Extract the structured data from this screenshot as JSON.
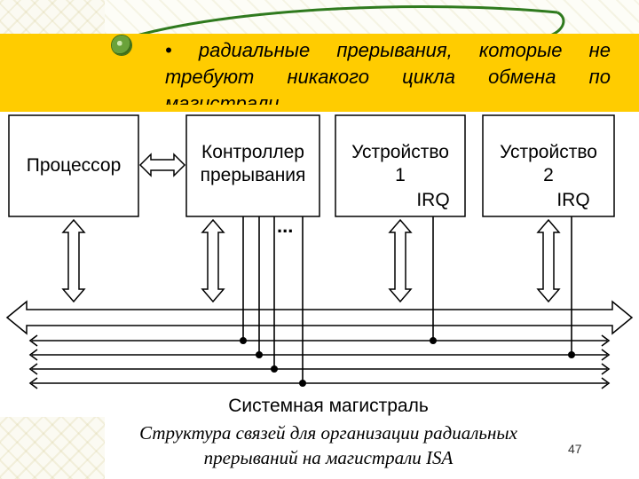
{
  "slide": {
    "bullet_text": "радиальные прерывания, которые не требуют никакого цикла обмена по магистрали",
    "caption_line1": "Структура связей для организации радиальных",
    "caption_line2": "прерываний на магистрали ISA",
    "page_number": "47"
  },
  "diagram": {
    "processor_label": "Процессор",
    "controller_label_line1": "Контроллер",
    "controller_label_line2": "прерывания",
    "device1_label_line1": "Устройство",
    "device1_label_line2": "1",
    "device1_irq": "IRQ",
    "device2_label_line1": "Устройство",
    "device2_label_line2": "2",
    "device2_irq": "IRQ",
    "ellipsis": "...",
    "bus_label": "Системная магистраль"
  },
  "colors": {
    "band": "#ffcc00",
    "bullet": "#6aa23a"
  }
}
